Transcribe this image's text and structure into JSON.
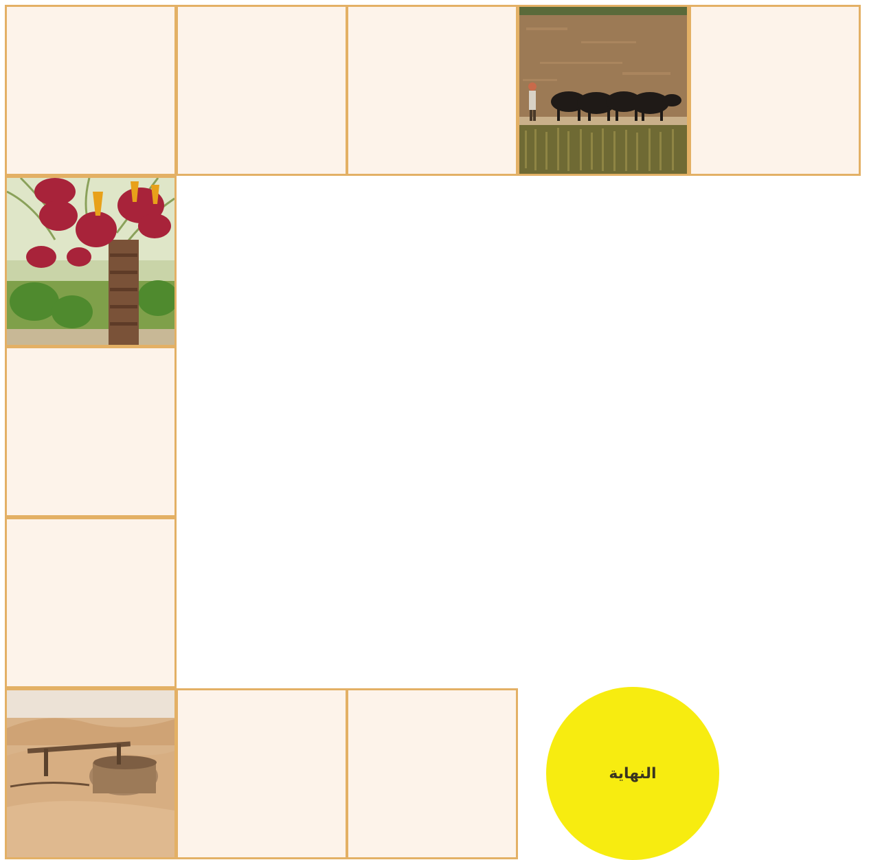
{
  "board": {
    "finish_label": "النهاية",
    "tile_color": "#fdf3ea",
    "tile_border_color": "#e3b065",
    "finish_color": "#f7ec10",
    "tiles": [
      {
        "id": "top-1",
        "content": "empty"
      },
      {
        "id": "top-2",
        "content": "empty"
      },
      {
        "id": "top-3",
        "content": "empty"
      },
      {
        "id": "top-4",
        "content": "photo-buffalo-ploughing-field"
      },
      {
        "id": "top-5",
        "content": "empty"
      },
      {
        "id": "left-1",
        "content": "photo-date-palm-tree"
      },
      {
        "id": "left-2",
        "content": "empty"
      },
      {
        "id": "left-3",
        "content": "empty"
      },
      {
        "id": "bot-1",
        "content": "photo-desert-well"
      },
      {
        "id": "bot-2",
        "content": "empty"
      },
      {
        "id": "bot-3",
        "content": "empty"
      }
    ]
  }
}
